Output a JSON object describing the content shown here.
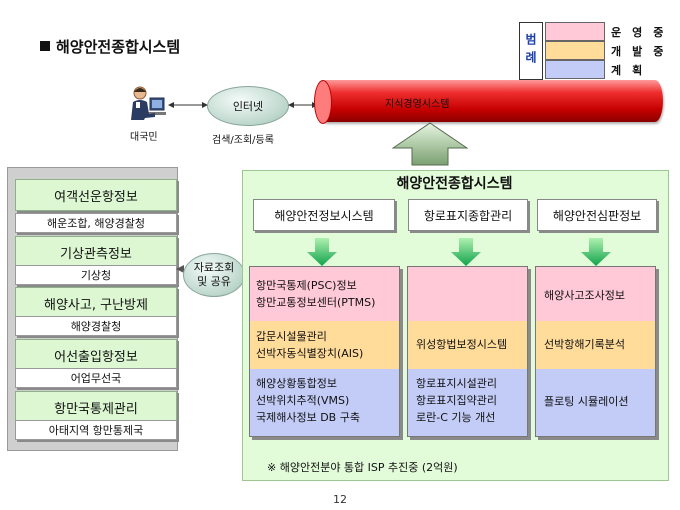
{
  "title": "해양안전종합시스템",
  "legend": {
    "label": "범례",
    "items": [
      {
        "text": "운영중",
        "color": "#ffc9d7"
      },
      {
        "text": "개발중",
        "color": "#ffdc9a"
      },
      {
        "text": "계획",
        "color": "#c3ccf7"
      }
    ]
  },
  "top": {
    "user": "대국민",
    "internet": "인터넷",
    "search": "검색/조회/등록",
    "pipe": "지식경영시스템"
  },
  "left_items": [
    {
      "title": "여객선운항정보",
      "sub": "해운조합, 해양경찰청"
    },
    {
      "title": "기상관측정보",
      "sub": "기상청"
    },
    {
      "title": "해양사고, 구난방제",
      "sub": "해양경찰청"
    },
    {
      "title": "어선출입항정보",
      "sub": "어업무선국"
    },
    {
      "title": "항만국통제관리",
      "sub": "아태지역 항만통제국"
    }
  ],
  "share": {
    "line1": "자료조회",
    "line2": "및 공유"
  },
  "main": {
    "title": "해양안전종합시스템",
    "columns": [
      {
        "header": "해양안전정보시스템",
        "pink": [
          "항만국통제(PSC)정보",
          "항만교통정보센터(PTMS)"
        ],
        "orange": [
          "갑문시설물관리",
          "선박자동식별장치(AIS)"
        ],
        "blue": [
          "해양상황통합정보",
          "선박위치추적(VMS)",
          "국제해사정보 DB 구축"
        ]
      },
      {
        "header": "항로표지종합관리",
        "pink": [],
        "orange": [
          "위성항법보정시스템"
        ],
        "blue": [
          "항로표지시설관리",
          "항로표지집약관리",
          "로란-C 기능 개선"
        ]
      },
      {
        "header": "해양안전심판정보",
        "pink": [
          "해양사고조사정보"
        ],
        "orange": [
          "선박항해기록분석"
        ],
        "blue": [
          "플로팅 시뮬레이션"
        ]
      }
    ],
    "note": "※ 해양안전분야 통합 ISP 추진중 (2억원)"
  },
  "page_number": "12"
}
